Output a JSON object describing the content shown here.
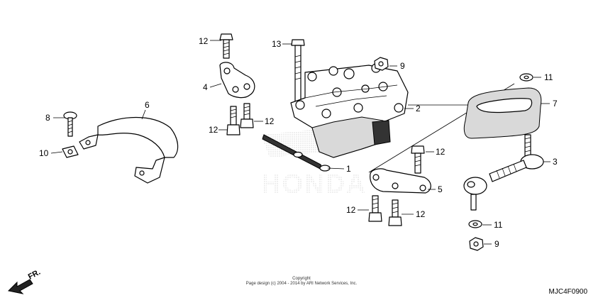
{
  "diagram": {
    "callouts": {
      "p1": "1",
      "p2": "2",
      "p3": "3",
      "p4": "4",
      "p5": "5",
      "p6": "6",
      "p7": "7",
      "p8": "8",
      "p9a": "9",
      "p9b": "9",
      "p10": "10",
      "p11a": "11",
      "p11b": "11",
      "p12a": "12",
      "p12b": "12",
      "p12c": "12",
      "p12d": "12",
      "p12e": "12",
      "p12f": "12",
      "p13": "13"
    },
    "watermark": "HONDA",
    "front_label": "FR.",
    "copyright_line1": "Copyright",
    "copyright_line2": "Page design (c) 2004 - 2014 by ARI Network Services, Inc.",
    "diagram_code": "MJC4F0900"
  }
}
